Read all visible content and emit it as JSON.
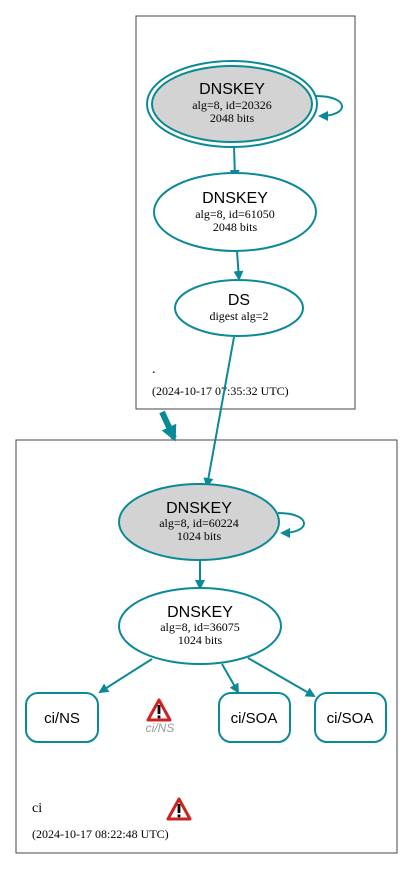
{
  "colors": {
    "edge": "#0a8a96",
    "node_fill_ksk": "#d3d3d3",
    "node_fill": "#ffffff",
    "warning_red": "#cc2222",
    "zone_border": "#444444"
  },
  "zones": {
    "root": {
      "name": ".",
      "timestamp": "(2024-10-17 07:35:32 UTC)",
      "ksk": {
        "title": "DNSKEY",
        "line1": "alg=8, id=20326",
        "line2": "2048 bits"
      },
      "zsk": {
        "title": "DNSKEY",
        "line1": "alg=8, id=61050",
        "line2": "2048 bits"
      },
      "ds": {
        "title": "DS",
        "line1": "digest alg=2"
      }
    },
    "ci": {
      "name": "ci",
      "timestamp": "(2024-10-17 08:22:48 UTC)",
      "ksk": {
        "title": "DNSKEY",
        "line1": "alg=8, id=60224",
        "line2": "1024 bits"
      },
      "zsk": {
        "title": "DNSKEY",
        "line1": "alg=8, id=36075",
        "line2": "1024 bits"
      },
      "rrsets": [
        "ci/NS",
        "ci/SOA",
        "ci/SOA"
      ],
      "warning_label": "ci/NS"
    }
  }
}
